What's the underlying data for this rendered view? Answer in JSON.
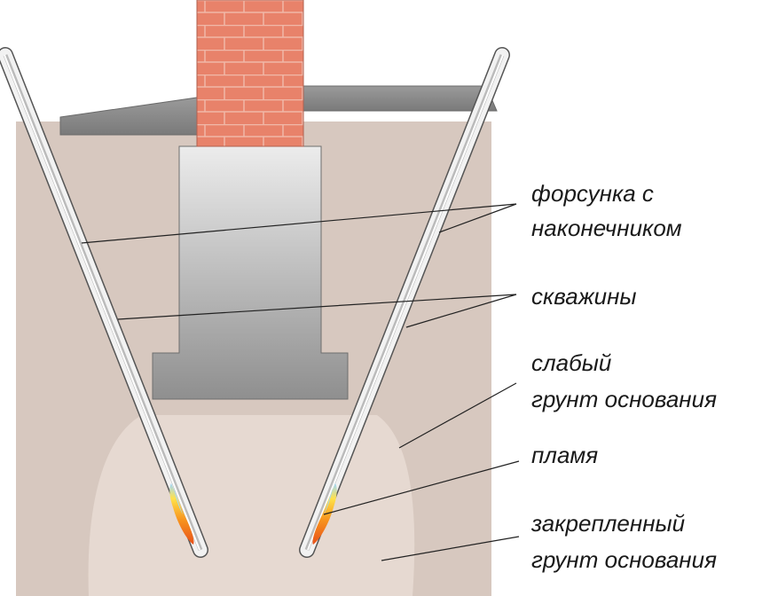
{
  "labels": {
    "nozzle_line1": "форсунка с",
    "nozzle_line2": "наконечником",
    "wells": "скважины",
    "weak_soil_line1": "слабый",
    "weak_soil_line2": "грунт основания",
    "flame": "пламя",
    "fixed_soil_line1": "закрепленный",
    "fixed_soil_line2": "грунт основания"
  },
  "colors": {
    "weak_soil": "#d7c8bf",
    "fixed_soil": "#e6d9d1",
    "brick": "#e8826a",
    "mortar": "#f0b8a8",
    "foundation_light": "#e8e8e8",
    "foundation_dark": "#8c8c8c",
    "slab": "#8a8a8a",
    "flame_outer": "#e8501a",
    "flame_inner": "#ffd23a",
    "flame_core": "#9fd8ff"
  }
}
